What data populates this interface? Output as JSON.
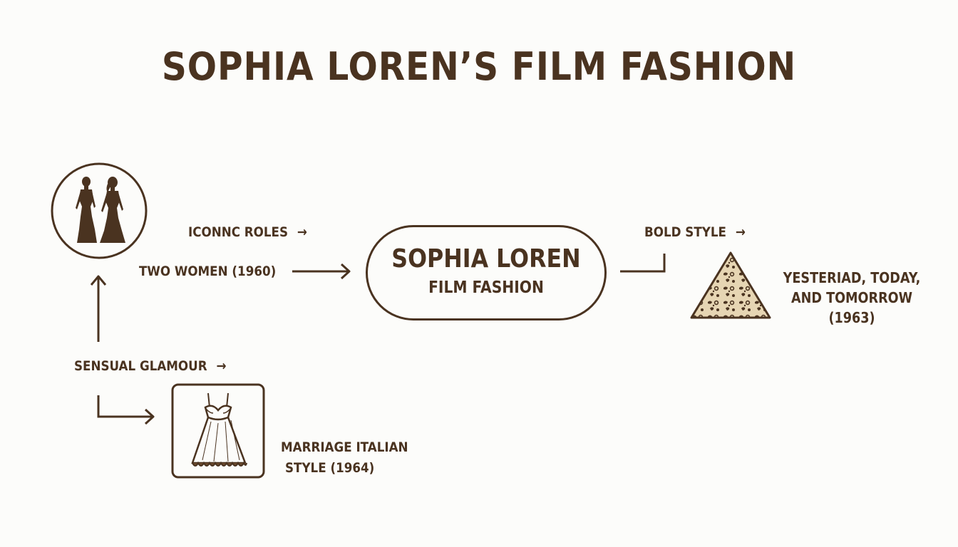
{
  "title": "SOPHIA LOREN’S FILM FASHION",
  "center": {
    "title": "SOPHIA LOREN",
    "subtitle": "FILM FASHION"
  },
  "labels": {
    "iconic_roles": "ICONNC ROLES",
    "two_women": "TWO WOMEN (1960)",
    "sensual_glamour": "SENSUAL GLAMOUR",
    "bold_style": "BOLD STYLE",
    "marriage_line1": "MARRIAGE ITALIAN",
    "marriage_line2": "STYLE (1964)",
    "yesterday_line1": "YESTERIAD, TODAY,",
    "yesterday_line2": "AND TOMORROW",
    "yesterday_line3": "(1963)"
  },
  "arrow_glyph": "→",
  "icons": {
    "two_women": "two-women-silhouette-icon",
    "slip_dress": "lace-slip-dress-icon",
    "leopard_triangle": "leopard-print-triangle-icon"
  },
  "colors": {
    "ink": "#4a3320",
    "background": "#fcfcfa",
    "leopard_base": "#e6d5b3"
  }
}
